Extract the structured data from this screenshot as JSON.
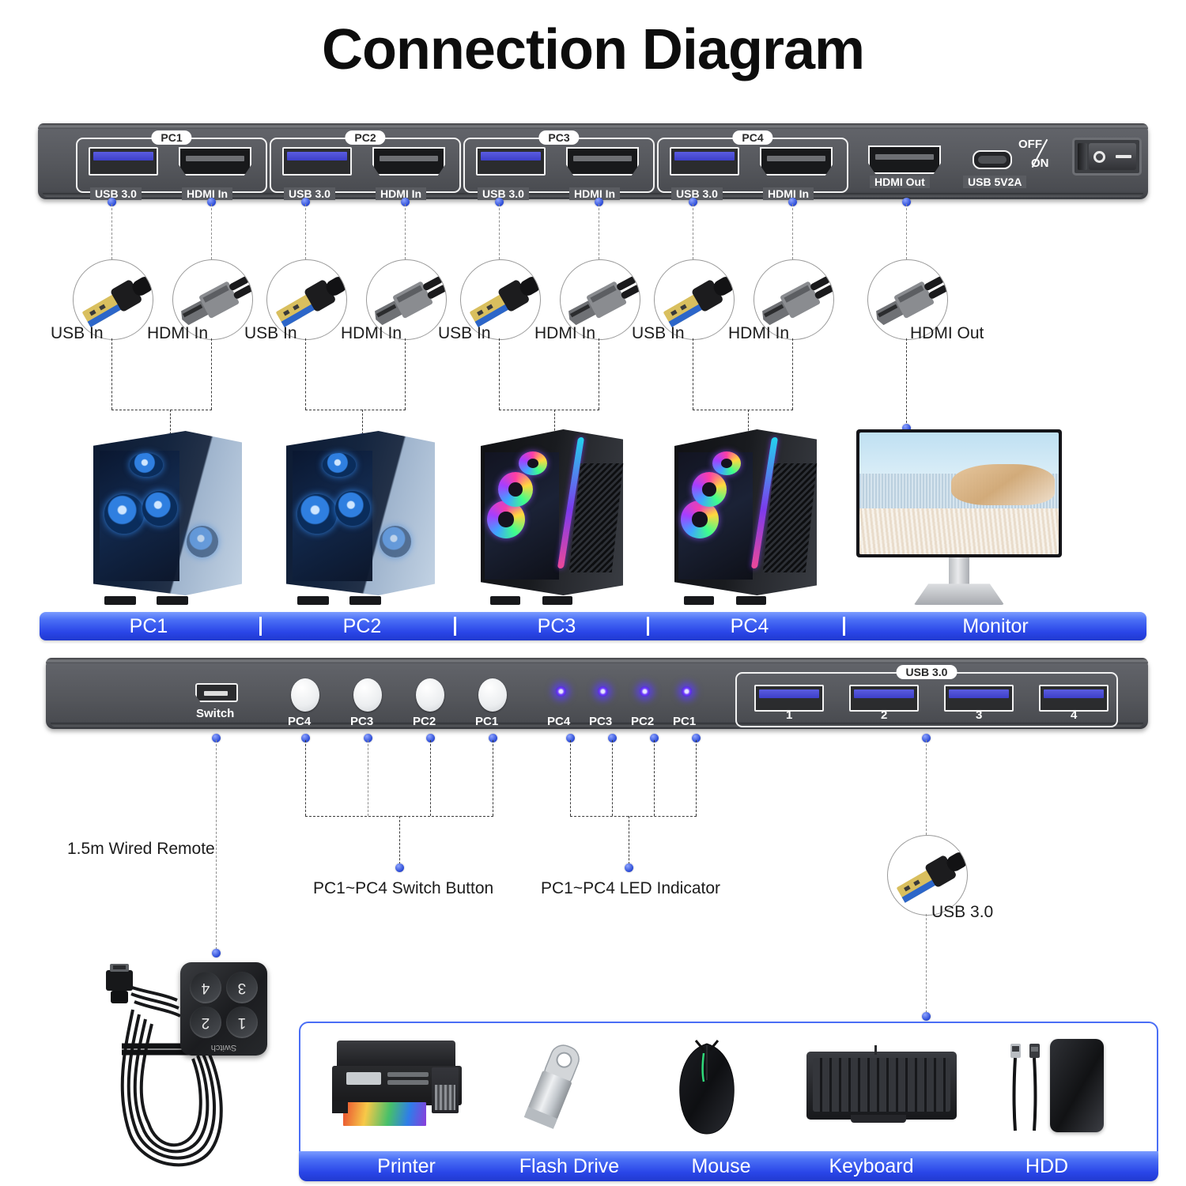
{
  "title": "Connection Diagram",
  "top_device": {
    "name": "kvm-switch-rear-panel",
    "port_groups": [
      {
        "tag": "PC1",
        "usb_label": "USB 3.0",
        "hdmi_label": "HDMI In"
      },
      {
        "tag": "PC2",
        "usb_label": "USB 3.0",
        "hdmi_label": "HDMI In"
      },
      {
        "tag": "PC3",
        "usb_label": "USB 3.0",
        "hdmi_label": "HDMI In"
      },
      {
        "tag": "PC4",
        "usb_label": "USB 3.0",
        "hdmi_label": "HDMI In"
      }
    ],
    "hdmi_out_label": "HDMI Out",
    "usb_power_label": "USB 5V2A",
    "power_switch": {
      "off": "OFF",
      "on": "ON"
    }
  },
  "callouts": {
    "row": [
      {
        "label": "USB In",
        "icon": "usb-a-connector-icon"
      },
      {
        "label": "HDMI In",
        "icon": "hdmi-connector-icon"
      },
      {
        "label": "USB In",
        "icon": "usb-a-connector-icon"
      },
      {
        "label": "HDMI In",
        "icon": "hdmi-connector-icon"
      },
      {
        "label": "USB In",
        "icon": "usb-a-connector-icon"
      },
      {
        "label": "HDMI In",
        "icon": "hdmi-connector-icon"
      },
      {
        "label": "USB In",
        "icon": "usb-a-connector-icon"
      },
      {
        "label": "HDMI In",
        "icon": "hdmi-connector-icon"
      },
      {
        "label": "HDMI Out",
        "icon": "hdmi-connector-icon"
      }
    ],
    "usb3_label": "USB 3.0"
  },
  "devices_bar": {
    "items": [
      "PC1",
      "PC2",
      "PC3",
      "PC4",
      "Monitor"
    ]
  },
  "bottom_device": {
    "name": "kvm-switch-front-panel",
    "switch_port_label": "Switch",
    "buttons": [
      "PC4",
      "PC3",
      "PC2",
      "PC1"
    ],
    "leds": [
      "PC4",
      "PC3",
      "PC2",
      "PC1"
    ],
    "usb_hub": {
      "tag": "USB 3.0",
      "ports": [
        "1",
        "2",
        "3",
        "4"
      ]
    }
  },
  "annotations": {
    "remote": "1.5m Wired Remote",
    "switch_button": "PC1~PC4 Switch Button",
    "led_indicator": "PC1~PC4 LED Indicator",
    "usb3": "USB 3.0"
  },
  "remote": {
    "buttons": [
      "4",
      "3",
      "2",
      "1"
    ],
    "brand": "Switch"
  },
  "peripherals": {
    "items": [
      "Printer",
      "Flash Drive",
      "Mouse",
      "Keyboard",
      "HDD"
    ]
  },
  "colors": {
    "accent_blue": "#2a46e8",
    "dot_blue": "#2f4fd8",
    "chassis_grey": "#55575c",
    "usb_port_blue": "#4b4ddb"
  }
}
